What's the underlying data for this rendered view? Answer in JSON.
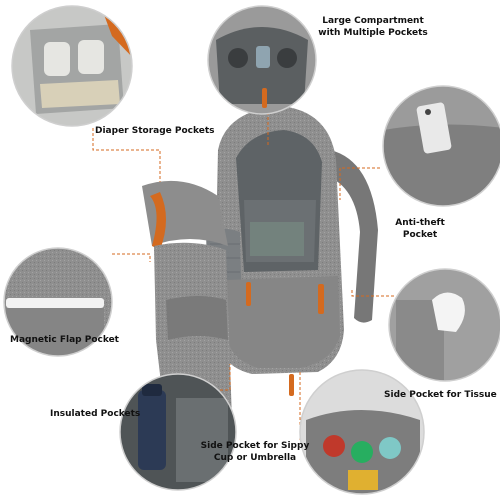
{
  "features": [
    {
      "label": "Large Compartment with Multiple Pockets",
      "line1": "Large Compartment",
      "line2": "with Multiple Pockets"
    },
    {
      "label": "Diaper Storage Pockets"
    },
    {
      "label": "Anti-theft Pocket",
      "line1": "Anti-theft",
      "line2": "Pocket"
    },
    {
      "label": "Magnetic Flap Pocket"
    },
    {
      "label": "Side Pocket for Tissue"
    },
    {
      "label": "Insulated Pockets"
    },
    {
      "label": "Side Pocket for Sippy Cup or Umbrella",
      "line1": "Side Pocket for Sippy",
      "line2": "Cup or Umbrella"
    }
  ],
  "colors": {
    "fabric": "#8f8f8f",
    "fabric_dark": "#6e6e6e",
    "fabric_light": "#a9a9a9",
    "accent_orange": "#d46a1f",
    "leader_line": "#d46a1f",
    "lining": "#5e6366",
    "mesh": "#7b7f82"
  }
}
